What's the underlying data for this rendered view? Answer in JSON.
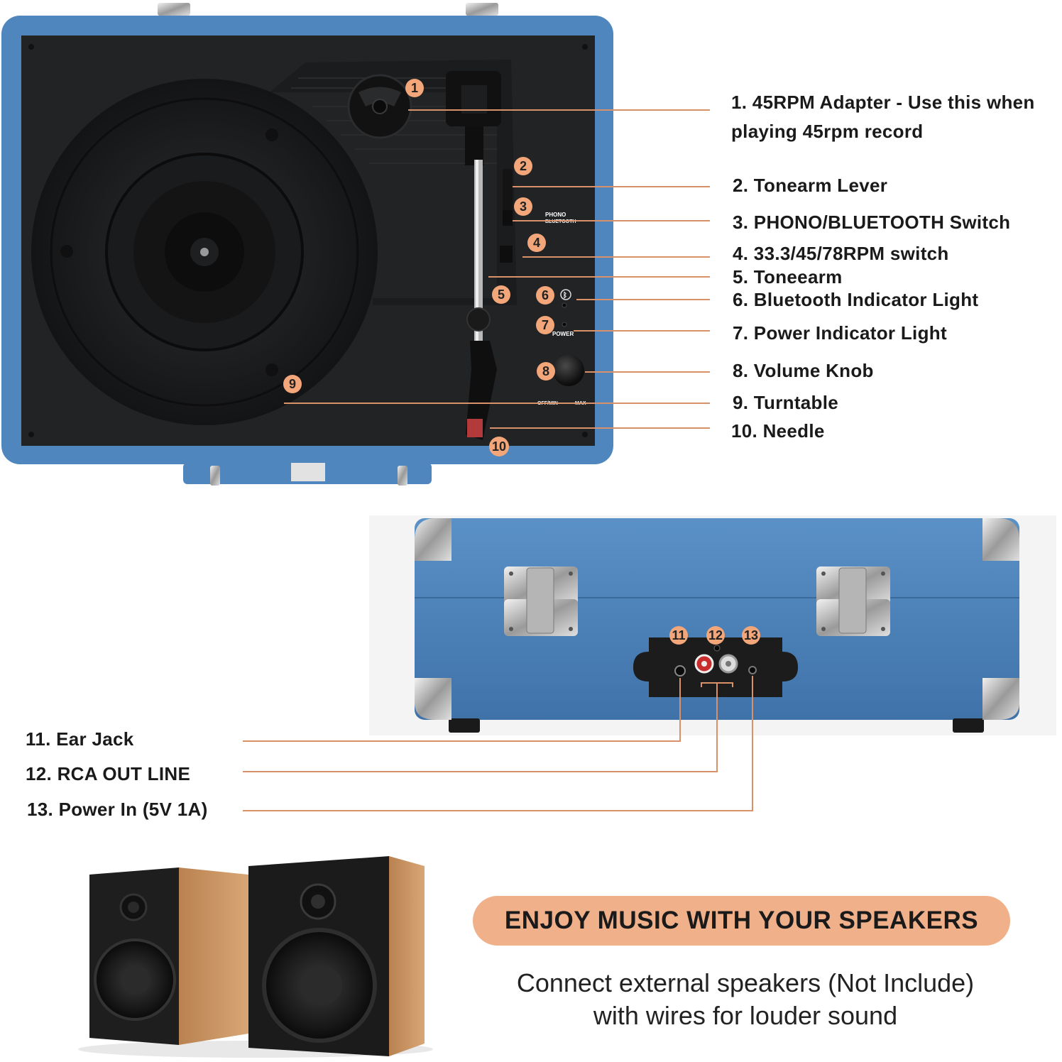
{
  "callouts_top": [
    {
      "n": "1",
      "text": "1. 45RPM Adapter - Use this when playing 45rpm record"
    },
    {
      "n": "2",
      "text": "2. Tonearm Lever"
    },
    {
      "n": "3",
      "text": "3. PHONO/BLUETOOTH Switch"
    },
    {
      "n": "4",
      "text": "4. 33.3/45/78RPM switch"
    },
    {
      "n": "5",
      "text": "5. Toneearm"
    },
    {
      "n": "6",
      "text": "6. Bluetooth Indicator Light"
    },
    {
      "n": "7",
      "text": "7. Power Indicator Light"
    },
    {
      "n": "8",
      "text": "8. Volume Knob"
    },
    {
      "n": "9",
      "text": "9. Turntable"
    },
    {
      "n": "10",
      "text": "10. Needle"
    }
  ],
  "callouts_bottom": [
    {
      "n": "11",
      "text": "11. Ear Jack"
    },
    {
      "n": "12",
      "text": "12. RCA OUT LINE"
    },
    {
      "n": "13",
      "text": "13. Power In (5V 1A)"
    }
  ],
  "panel_marks": {
    "phono": "PHONO",
    "bluetooth": "BLUETOOTH",
    "power": "POWER",
    "off_min": "OFF/MIN",
    "max": "MAX"
  },
  "banner": {
    "headline": "ENJOY MUSIC WITH YOUR SPEAKERS",
    "line1": "Connect external speakers (Not Include)",
    "line2": "with wires for louder sound"
  },
  "colors": {
    "case_blue": "#4f86bd",
    "panel_black": "#222325",
    "leader_line": "#d9916a",
    "badge": "#f2a679",
    "pill": "#f0b08a",
    "wood": "#c8935e"
  }
}
